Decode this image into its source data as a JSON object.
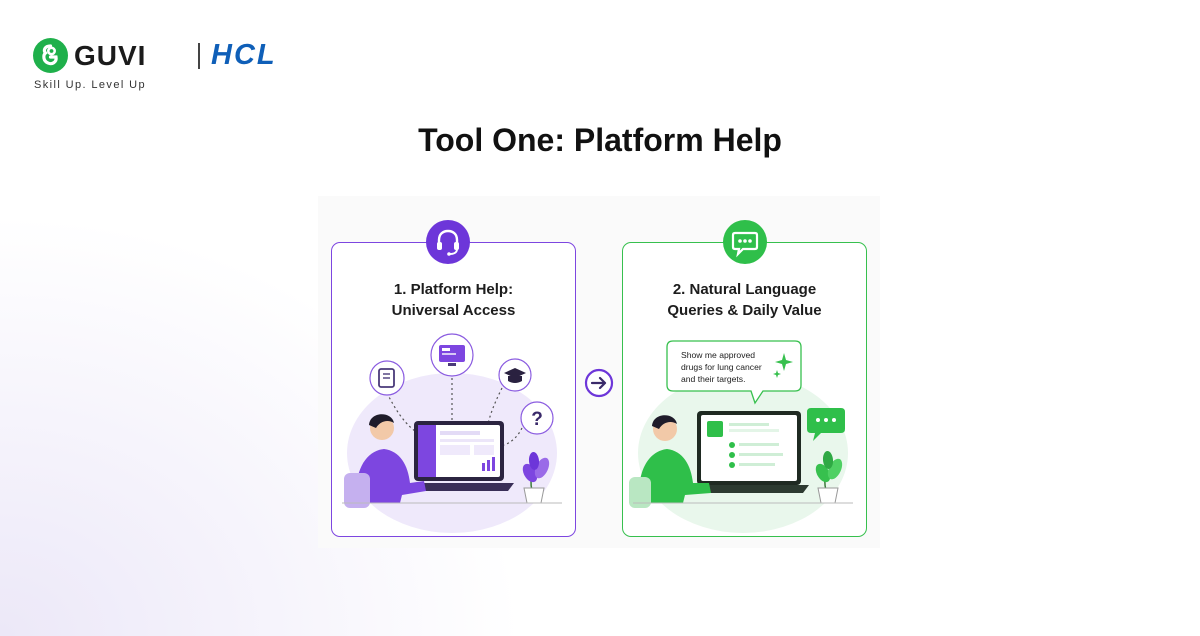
{
  "brand": {
    "guvi_text": "GUVI",
    "hcl_text": "HCL",
    "tagline": "Skill Up. Level Up"
  },
  "title": "Tool One: Platform Help",
  "cards": [
    {
      "title_line1": "1. Platform Help:",
      "title_line2": "Universal Access",
      "accent": "#7d46e0",
      "icon": "headset-icon"
    },
    {
      "title_line1": "2. Natural Language",
      "title_line2": "Queries & Daily Value",
      "accent": "#37c04e",
      "icon": "chat-bubble-icon",
      "query_lines": [
        "Show me approved",
        "drugs for lung cancer",
        "and their targets."
      ]
    }
  ],
  "colors": {
    "purple": "#7d46e0",
    "green": "#37c04e",
    "hcl_blue": "#0f5fb8",
    "guvi_green": "#1fb04b"
  }
}
